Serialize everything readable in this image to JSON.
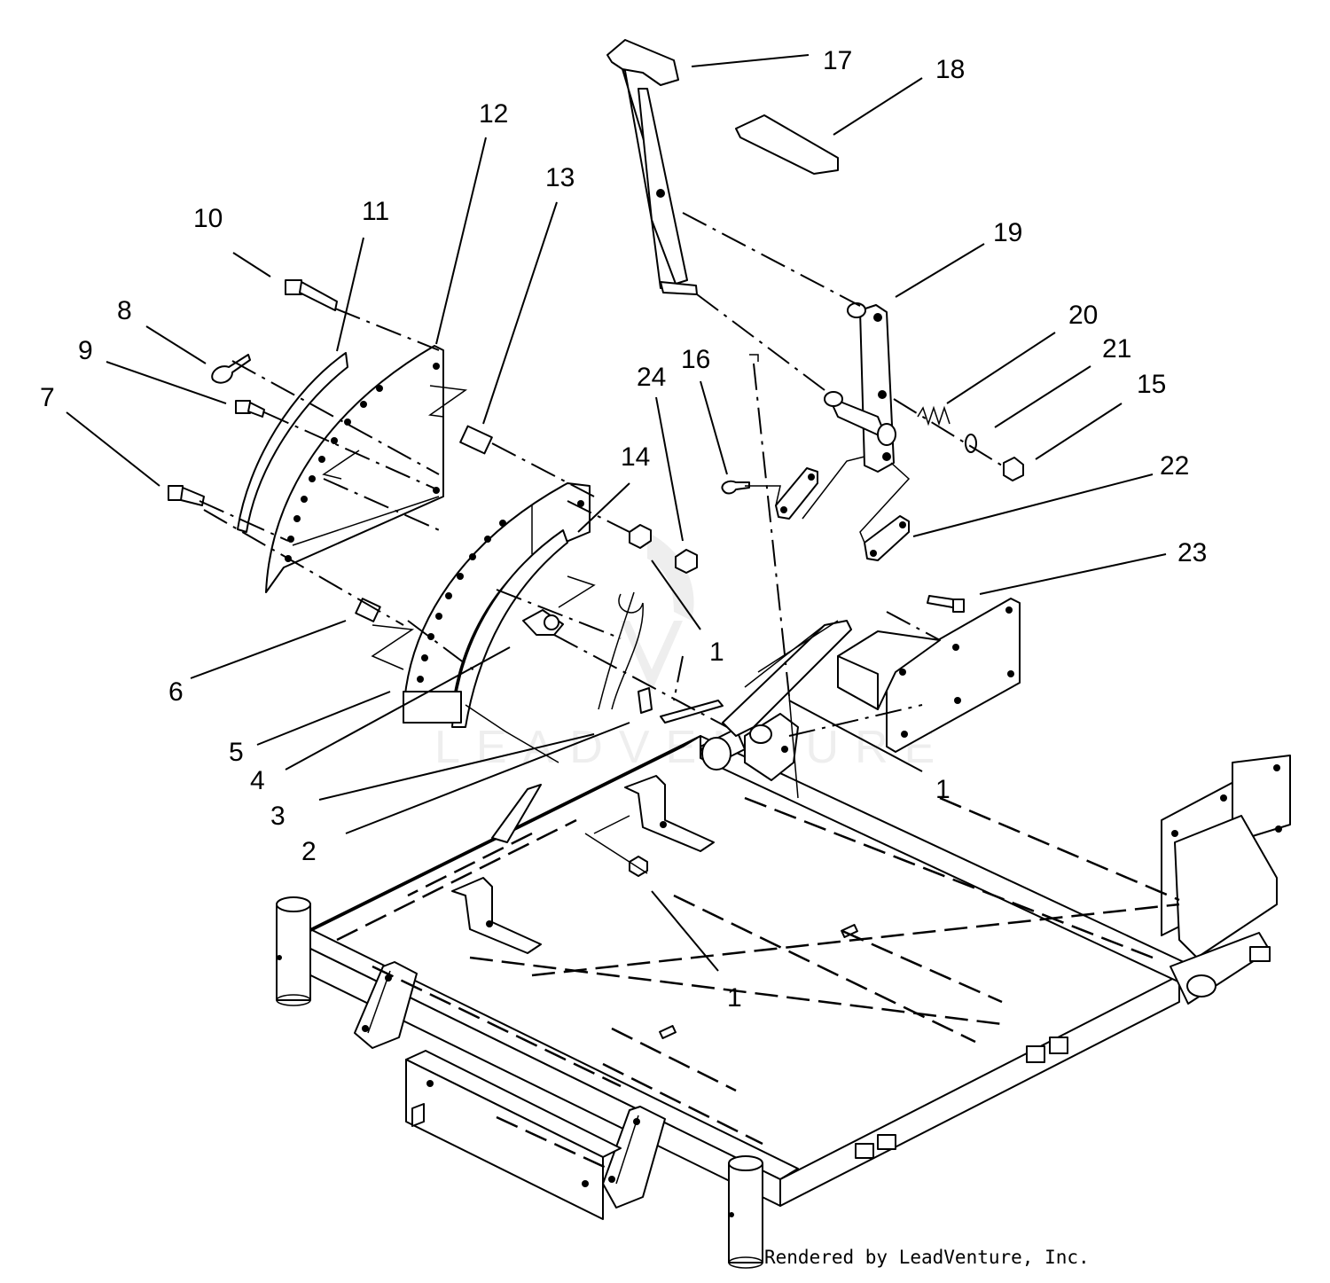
{
  "diagram": {
    "callouts": [
      "1",
      "1",
      "1",
      "2",
      "3",
      "4",
      "5",
      "6",
      "7",
      "8",
      "9",
      "10",
      "11",
      "12",
      "13",
      "14",
      "24",
      "16",
      "17",
      "18",
      "19",
      "20",
      "21",
      "15",
      "22",
      "23"
    ],
    "watermark": "LEADVENTURE",
    "credit": "Rendered by LeadVenture, Inc."
  }
}
